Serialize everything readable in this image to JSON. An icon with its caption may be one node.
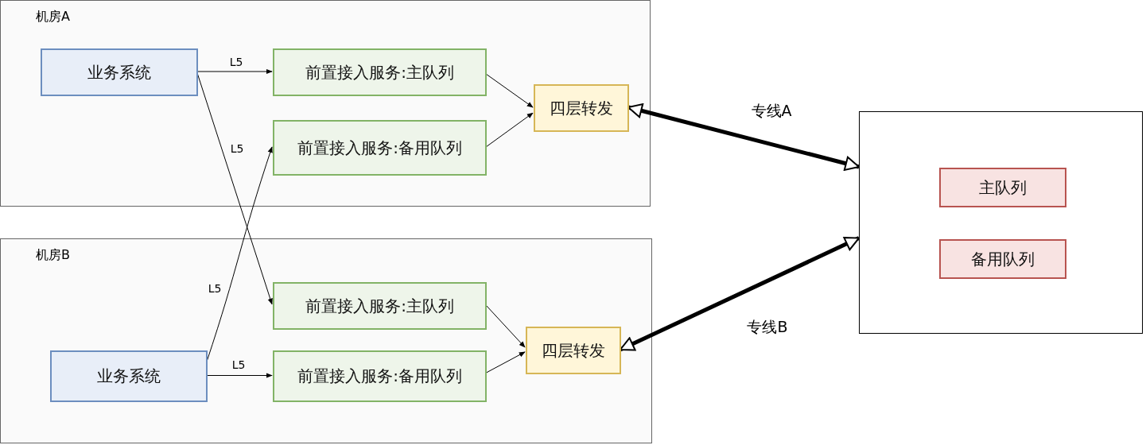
{
  "diagram": {
    "nodes": [
      {
        "text": [
          "机房A"
        ]
      },
      {
        "text": [
          "业务系统"
        ],
        "in": 0
      },
      {
        "text": [
          "前置接入服务:主队列"
        ],
        "in": 0
      },
      {
        "text": [
          "前置接入服务:备用队列"
        ],
        "in": 0
      },
      {
        "text": [
          "四层转发"
        ],
        "in": 0
      },
      {
        "text": [
          "机房B"
        ]
      },
      {
        "text": [
          "前置接入服务:主队列"
        ],
        "in": 5
      },
      {
        "text": [
          "业务系统"
        ],
        "in": 5
      },
      {
        "text": [
          "前置接入服务:备用队列"
        ],
        "in": 5
      },
      {
        "text": [
          "四层转发"
        ],
        "in": 5
      },
      {
        "text": [],
        "shape": "box"
      },
      {
        "text": [
          "主队列"
        ],
        "in": 10
      },
      {
        "text": [
          "备用队列"
        ],
        "in": 10
      }
    ],
    "edges": [
      {
        "from": 1,
        "to": 2,
        "arrow": "to",
        "label": "L5"
      },
      {
        "from": 1,
        "to": 6,
        "arrow": "to",
        "label": "L5"
      },
      {
        "from": 7,
        "to": 3,
        "arrow": "to",
        "label": "L5"
      },
      {
        "from": 7,
        "to": 8,
        "arrow": "to",
        "label": "L5"
      },
      {
        "from": 2,
        "to": 4,
        "arrow": "to"
      },
      {
        "from": 3,
        "to": 4,
        "arrow": "to"
      },
      {
        "from": 6,
        "to": 9,
        "arrow": "to"
      },
      {
        "from": 8,
        "to": 9,
        "arrow": "to"
      },
      {
        "from": 4,
        "to": 10,
        "arrow": "both",
        "label": "专线A",
        "style": "thick"
      },
      {
        "from": 9,
        "to": 10,
        "arrow": "both",
        "label": "专线B",
        "style": "thick"
      }
    ]
  }
}
